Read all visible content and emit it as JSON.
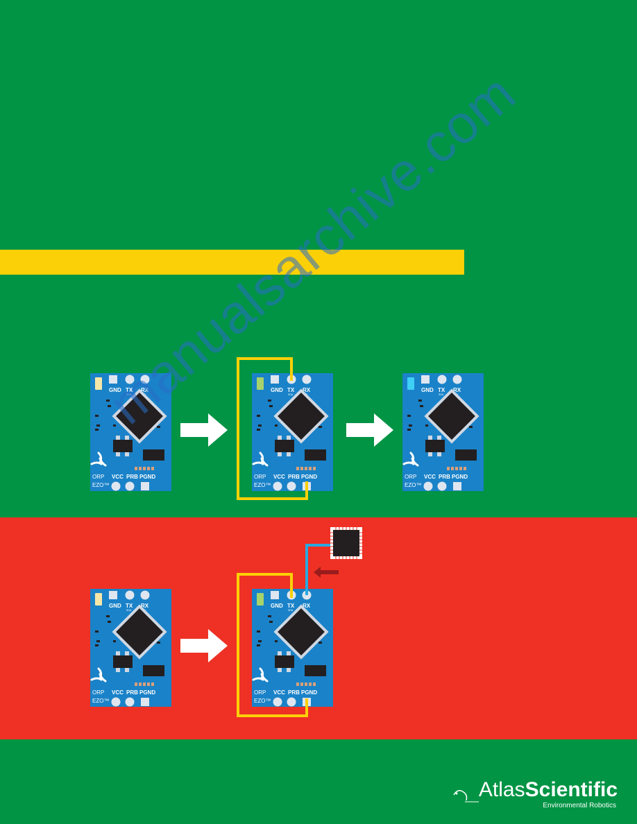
{
  "board_labels": {
    "gnd": "GND",
    "tx": "TX",
    "tx_sub": "SDA",
    "rx": "RX",
    "rx_sub": "SCL",
    "vcc": "VCC",
    "prb": "PRB",
    "pgnd": "PGND",
    "orp": "ORP",
    "ezo": "EZO™"
  },
  "led_colors": {
    "amber": "#f6e7a8",
    "green": "#a6d36b",
    "blue": "#3fd0f5"
  },
  "colors": {
    "background_green": "#009444",
    "stripe_yellow": "#fcd007",
    "panel_red": "#ee3124",
    "board_blue": "#1a82c8",
    "wire_yellow": "#fcd007",
    "wire_blue": "#29a8e0",
    "arrow_dark_red": "#9a1c1c"
  },
  "watermark": "manualsarchive.com",
  "logo": {
    "light": "Atlas",
    "bold": "Scientific",
    "tagline": "Environmental Robotics"
  }
}
